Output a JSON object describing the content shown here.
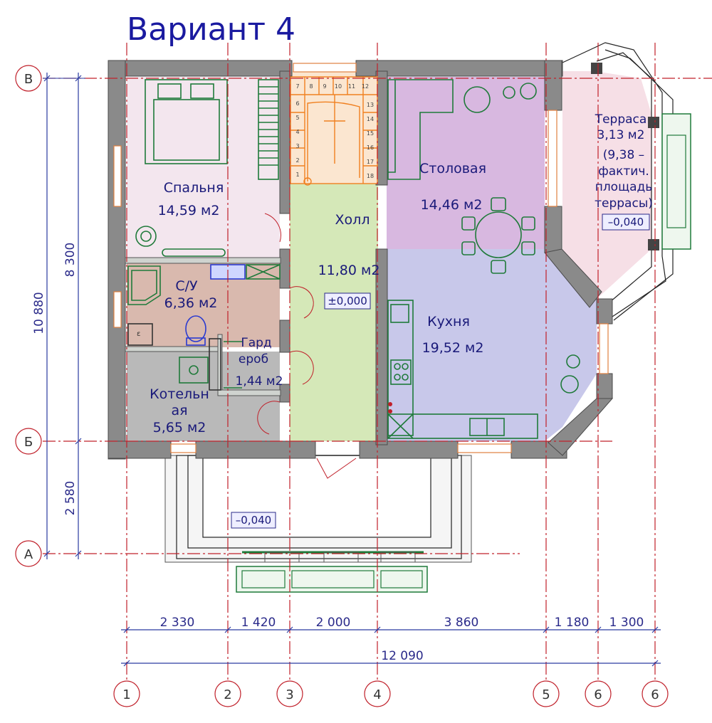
{
  "title": "Вариант 4",
  "rooms": {
    "bedroom": {
      "name": "Спальня",
      "area": "14,59 м2"
    },
    "bathroom": {
      "name": "С/У",
      "area": "6,36 м2"
    },
    "boiler": {
      "name_line1": "Котельн",
      "name_line2": "ая",
      "area": "5,65 м2"
    },
    "wardrobe": {
      "name_line1": "Гард",
      "name_line2": "ероб",
      "area": "1,44 м2"
    },
    "hall": {
      "name": "Холл",
      "area": "11,80 м2",
      "level": "±0,000"
    },
    "dining": {
      "name": "Столовая",
      "area": "14,46 м2"
    },
    "kitchen": {
      "name": "Кухня",
      "area": "19,52 м2"
    },
    "terrace": {
      "name": "Терраса",
      "area": "3,13 м2",
      "note_line1": "(9,38 –",
      "note_line2": "фактич.",
      "note_line3": "площадь",
      "note_line4": "террасы)",
      "level": "–0,040"
    },
    "porch": {
      "level": "–0,040"
    }
  },
  "axes": {
    "rows": [
      "В",
      "Б",
      "А"
    ],
    "columns": [
      "1",
      "2",
      "3",
      "4",
      "5",
      "6",
      "6"
    ]
  },
  "dimensions": {
    "horizontal": [
      "2 330",
      "1 420",
      "2 000",
      "3 860",
      "1 180",
      "1 300"
    ],
    "total_horizontal": "12 090",
    "vertical_outer": "10 880",
    "vertical_inner": [
      "8 300",
      "2 580"
    ]
  },
  "stairs": {
    "steps_top": [
      "7",
      "8",
      "9",
      "10",
      "11",
      "12"
    ],
    "steps_right": [
      "13",
      "14",
      "15",
      "16",
      "17",
      "18"
    ],
    "steps_left": [
      "1",
      "2",
      "3",
      "4",
      "5",
      "6"
    ]
  },
  "colors": {
    "bedroom": "#f3e6ee",
    "bathroom": "#d9b9ae",
    "boiler": "#b9b9b9",
    "hall": "#d5e8b8",
    "dining": "#d8b8e0",
    "kitchen": "#c8c8ea",
    "terrace": "#f6dfe6",
    "stairs": "#f2a860",
    "furniture": "#1f7a3a",
    "axis": "#c0202a",
    "text": "#1a1a7a"
  }
}
